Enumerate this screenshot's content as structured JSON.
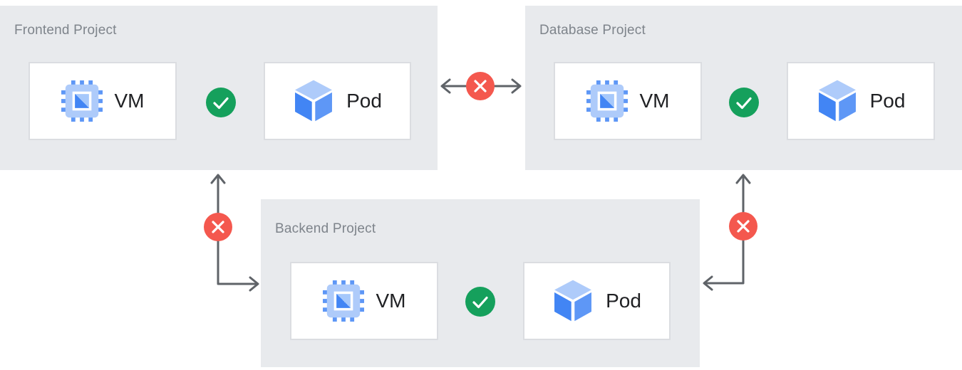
{
  "diagram": {
    "projects": [
      {
        "title": "Frontend Project",
        "nodes": [
          {
            "label": "VM",
            "icon": "vm-chip-icon"
          },
          {
            "label": "Pod",
            "icon": "pod-cube-icon"
          }
        ],
        "internal_connection": {
          "between": [
            "VM",
            "Pod"
          ],
          "status": "allowed",
          "icon": "check-icon"
        }
      },
      {
        "title": "Database Project",
        "nodes": [
          {
            "label": "VM",
            "icon": "vm-chip-icon"
          },
          {
            "label": "Pod",
            "icon": "pod-cube-icon"
          }
        ],
        "internal_connection": {
          "between": [
            "VM",
            "Pod"
          ],
          "status": "allowed",
          "icon": "check-icon"
        }
      },
      {
        "title": "Backend Project",
        "nodes": [
          {
            "label": "VM",
            "icon": "vm-chip-icon"
          },
          {
            "label": "Pod",
            "icon": "pod-cube-icon"
          }
        ],
        "internal_connection": {
          "between": [
            "VM",
            "Pod"
          ],
          "status": "allowed",
          "icon": "check-icon"
        }
      }
    ],
    "external_connections": [
      {
        "from": "Frontend Project",
        "to": "Database Project",
        "status": "blocked",
        "icon": "cross-icon",
        "shape": "horizontal-double-arrow"
      },
      {
        "from": "Frontend Project",
        "to": "Backend Project",
        "status": "blocked",
        "icon": "cross-icon",
        "shape": "elbow-double-arrow"
      },
      {
        "from": "Database Project",
        "to": "Backend Project",
        "status": "blocked",
        "icon": "cross-icon",
        "shape": "elbow-double-arrow"
      }
    ],
    "colors": {
      "panel_bg": "#E8EAED",
      "node_border": "#DBDDE1",
      "title_text": "#7E848B",
      "node_text": "#202124",
      "connector": "#5F6368",
      "allowed_green": "#15A05C",
      "blocked_red": "#F4584E",
      "icon_blue_dark": "#4285F4",
      "icon_blue_medium": "#5E97F6",
      "icon_blue_light": "#AECBFA"
    }
  }
}
